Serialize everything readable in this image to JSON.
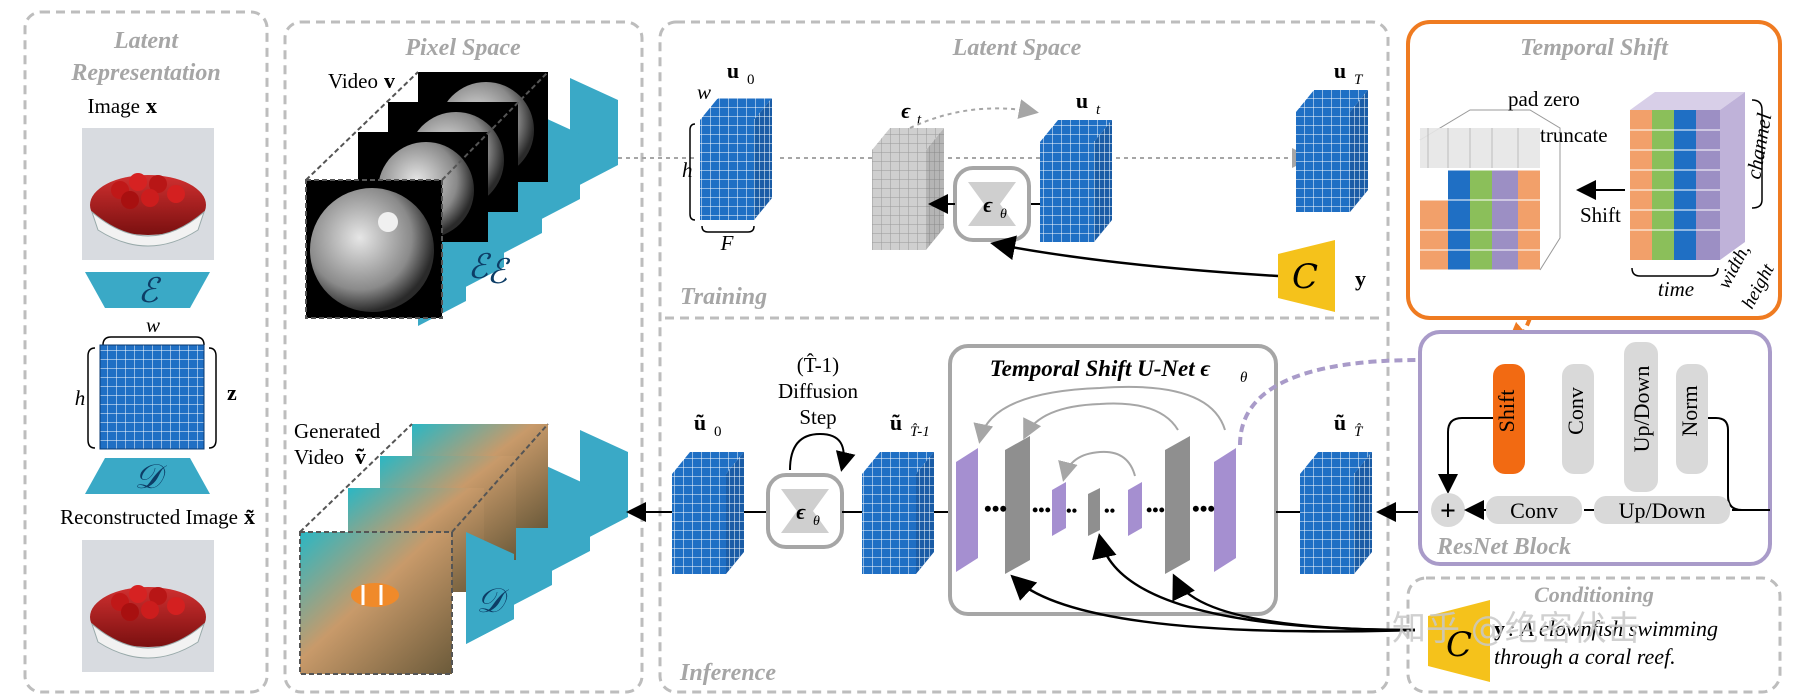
{
  "panels": {
    "latent_representation": {
      "title_line1": "Latent",
      "title_line2": "Representation",
      "image_label": "Image",
      "image_symbol": "x",
      "encoder_symbol": "ℰ",
      "decoder_symbol": "𝒟",
      "dim_w": "w",
      "dim_h": "h",
      "latent_symbol": "z",
      "reconstructed_label": "Reconstructed Image",
      "reconstructed_symbol": "x̃"
    },
    "pixel_space": {
      "title": "Pixel Space",
      "video_label": "Video",
      "video_symbol": "v",
      "encoder_symbol": "ℰ",
      "generated_line1": "Generated",
      "generated_line2": "Video",
      "generated_symbol": "ṽ",
      "decoder_symbol": "𝒟"
    },
    "latent_space": {
      "title": "Latent Space",
      "u0": "u",
      "u0_sub": "0",
      "dim_w": "w",
      "dim_h": "h",
      "dim_F": "F",
      "eps_t": "ϵ",
      "eps_t_sub": "t",
      "eps_theta": "ϵ",
      "eps_theta_sub": "θ",
      "ut": "u",
      "ut_sub": "t",
      "uT": "u",
      "uT_sub": "T",
      "cond_symbol": "C",
      "cond_y": "y",
      "training_label": "Training"
    },
    "inference": {
      "label": "Inference",
      "u0": "ũ",
      "u0_sub": "0",
      "step_line1": "(T̂-1)",
      "step_line2": "Diffusion",
      "step_line3": "Step",
      "eps_theta": "ϵ",
      "eps_theta_sub": "θ",
      "u_prev": "ũ",
      "u_prev_sub": "T̂-1",
      "unet_title": "Temporal Shift U-Net ϵ",
      "unet_title_sub": "θ",
      "u_T": "ũ",
      "u_T_sub": "T̂"
    },
    "temporal_shift": {
      "title": "Temporal Shift",
      "pad_zero": "pad zero",
      "truncate": "truncate",
      "shift": "Shift",
      "channel": "channel",
      "time": "time",
      "width_height_line1": "width,",
      "width_height_line2": "height"
    },
    "resnet_block": {
      "title": "ResNet Block",
      "shift": "Shift",
      "conv_top": "Conv",
      "updown_top": "Up/Down",
      "norm": "Norm",
      "plus": "+",
      "conv_bottom": "Conv",
      "updown_bottom": "Up/Down"
    },
    "conditioning": {
      "title": "Conditioning",
      "cond_symbol": "C",
      "y_label": "y",
      "text_line1": ": A clownfish swimming",
      "text_line2": "through a coral reef."
    }
  },
  "watermark": "知乎 @绝密伏击",
  "colors": {
    "cube_blue": "#1f6fc4",
    "cube_grey": "#c8c8c8",
    "encoder_teal": "#3aa9c6",
    "cond_yellow": "#f5c21b",
    "shift_orange": "#f26a12",
    "orange_border": "#ef7b21",
    "purple_border": "#a99bc9",
    "purple_bar": "#a58fd0",
    "grey_bar": "#8f8f8f",
    "dashed_border": "#bdbdbd"
  }
}
